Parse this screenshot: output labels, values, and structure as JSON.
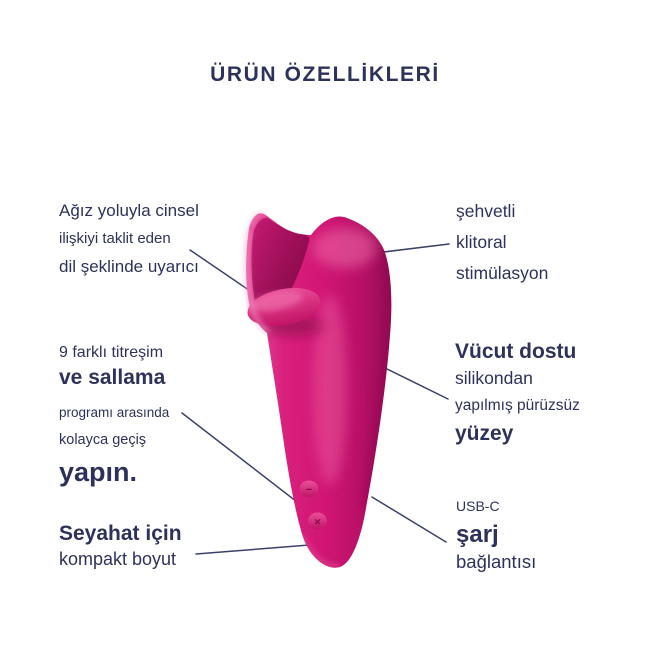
{
  "title": "ÜRÜN ÖZELLİKLERİ",
  "colors": {
    "text": "#2d325a",
    "connector": "#3a4169",
    "product_main": "#d61e7a",
    "product_light": "#ef6fae",
    "product_dark": "#970d56",
    "background": "#ffffff"
  },
  "product": {
    "name": "pink-tongue-shaped-vibrator",
    "buttons": [
      {
        "symbol": "−"
      },
      {
        "symbol": "✕"
      }
    ]
  },
  "callouts": {
    "left": [
      {
        "lines": [
          "Ağız yoluyla cinsel",
          "ilişkiyi taklit eden",
          "dil şeklinde uyarıcı"
        ]
      },
      {
        "lines": [
          "9 farklı titreşim",
          "ve sallama",
          "programı arasında",
          "kolayca geçiş",
          "yapın."
        ]
      },
      {
        "lines": [
          "Seyahat için",
          "kompakt boyut"
        ]
      }
    ],
    "right": [
      {
        "lines": [
          "şehvetli",
          "klitoral",
          "stimülasyon"
        ]
      },
      {
        "lines": [
          "Vücut dostu",
          "silikondan",
          "yapılmış pürüzsüz",
          "yüzey"
        ]
      },
      {
        "lines": [
          "USB-C",
          "şarj",
          "bağlantısı"
        ]
      }
    ]
  }
}
